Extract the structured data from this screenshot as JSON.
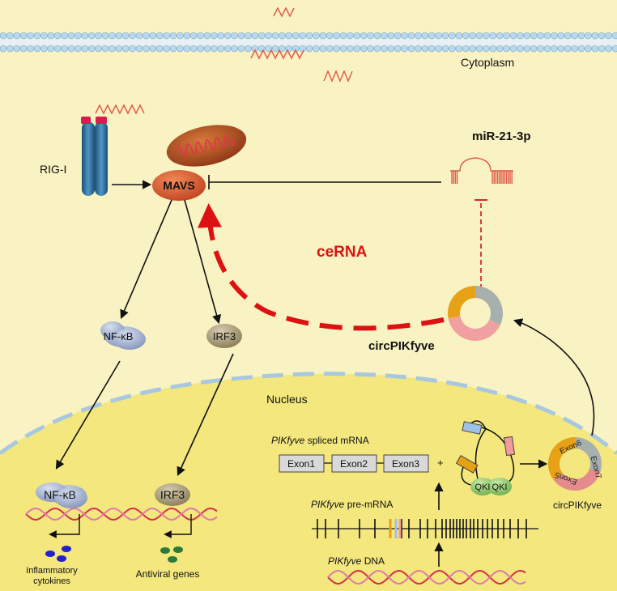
{
  "labels": {
    "cytoplasm": "Cytoplasm",
    "nucleus": "Nucleus",
    "rig_i": "RIG-I",
    "mavs": "MAVS",
    "mirna": "miR-21-3p",
    "cerna": "ceRNA",
    "circ_top": "circPIKfyve",
    "circ_small": "circPIKfyve",
    "nfkb_cyto": "NF-κB",
    "irf3_cyto": "IRF3",
    "nfkb_nuc": "NF-κB",
    "irf3_nuc": "IRF3",
    "inflammatory": "Inflammatory",
    "cytokines": "cytokines",
    "antiviral": "Antiviral genes",
    "gene_italic": "PIKfyve",
    "spliced_suffix": " spliced mRNA",
    "premrna_suffix": " pre-mRNA",
    "dna_suffix": " DNA",
    "exon1": "Exon1",
    "exon2": "Exon2",
    "exon3": "Exon3",
    "plus": "+",
    "qki1": "QKI",
    "qki2": "QKI",
    "ring_exon6": "Exon6",
    "ring_exon7": "Exon7",
    "ring_exon5": "Exon5"
  },
  "colors": {
    "background": "#f9f2c2",
    "nucleus_fill": "#f3e77e",
    "nuclear_envelope": "#a8c8e0",
    "membrane_bead": "#b8d8ee",
    "rna_red": "#e05a4a",
    "cerna_red": "#dd1111",
    "mavs_fill": "#d6552e",
    "mitochondria": "#b84a1e",
    "rig_i": "#2e6f9e",
    "rig_i_cap": "#d81b50",
    "nfkb": "#9aa9c9",
    "irf3": "#a89a78",
    "qki": "#9ccf74",
    "dna_red": "#d6304a",
    "dna_pink": "#e07aa8",
    "ring_orange": "#e7a117",
    "ring_gray": "#a8b0ad",
    "ring_pink": "#f0a0a0",
    "blue_dots": "#2222cc",
    "green_dots": "#2d7a3a"
  }
}
